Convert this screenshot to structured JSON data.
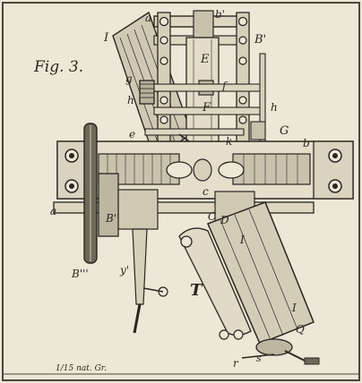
{
  "figure": {
    "title": "Fig. 3.",
    "scale": "1/15 nat. Gr.",
    "colors": {
      "paper": "#ece7d6",
      "ink": "#2a2620",
      "frame": "#4a463e"
    }
  },
  "labels": {
    "I_top": "I",
    "a_top": "a",
    "b_prime": "b'",
    "B_prime": "B'",
    "E": "E",
    "g": "g",
    "f": "f",
    "F": "F",
    "h_left": "h",
    "h_right": "h",
    "e": "e",
    "k": "k",
    "G": "G",
    "b": "b",
    "c": "c",
    "C": "C",
    "D": "D",
    "a_left": "a",
    "B_double": "B''",
    "B_triple": "B'''",
    "y_prime": "y'",
    "T": "T",
    "I_mid": "I",
    "I_bottom": "I",
    "Q": "Q",
    "r": "r",
    "s": "s"
  }
}
